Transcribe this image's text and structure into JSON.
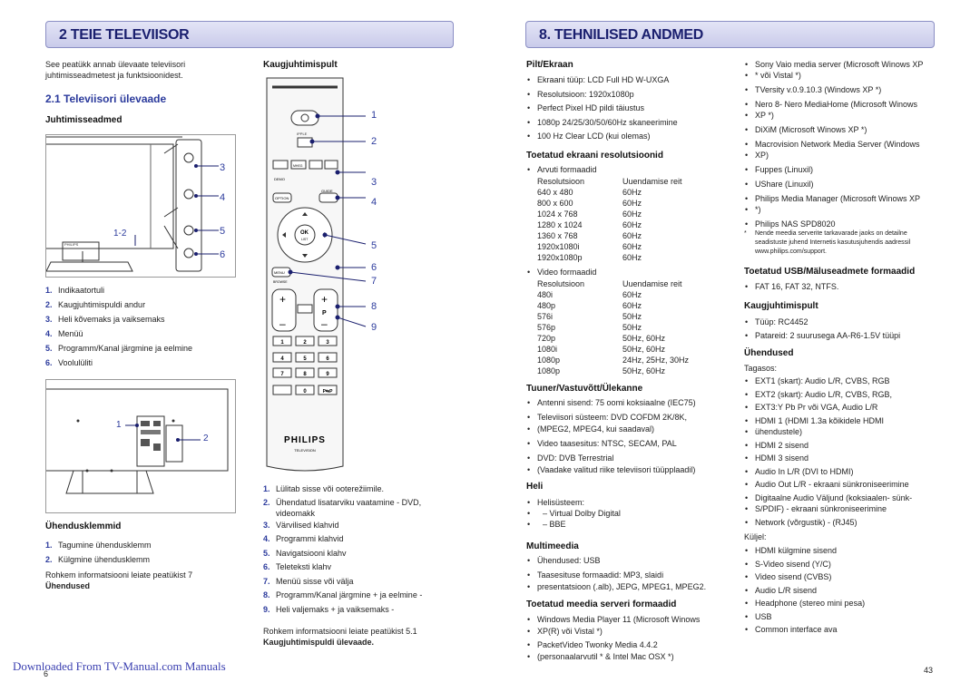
{
  "left_header": "2   TEIE TELEVIISOR",
  "right_header": "8.  TEHNILISED ANDMED",
  "intro": [
    "See peatükk annab ülevaate televiisori",
    "juhtimisseadmetest ja funktsioonidest."
  ],
  "section_2_1": "2.1     Televiisori ülevaade",
  "juhtimisseadmed": "Juhtimisseadmed",
  "tv_callouts": [
    "3",
    "4",
    "5",
    "6"
  ],
  "tv_label": "1-2",
  "controls_list": [
    {
      "n": "1.",
      "t": "Indikaatortuli"
    },
    {
      "n": "2.",
      "t": "Kaugjuhtimispuldi andur"
    },
    {
      "n": "3.",
      "t": "Heli kõvemaks ja vaiksemaks"
    },
    {
      "n": "4.",
      "t": "Menüü"
    },
    {
      "n": "5.",
      "t": "Programm/Kanal järgmine ja eelmine"
    },
    {
      "n": "6.",
      "t": "Voolulüliti"
    }
  ],
  "back_callouts": [
    "1",
    "2"
  ],
  "uhendusklemmid": "Ühendusklemmid",
  "connectors_list": [
    {
      "n": "1.",
      "t": "Tagumine ühendusklemm"
    },
    {
      "n": "2.",
      "t": "Külgmine ühendusklemm"
    }
  ],
  "connectors_note_1": "Rohkem informatsiooni leiate peatükist  7",
  "connectors_note_2": "Ühendused",
  "kaugjuhtimispult": "Kaugjuhtimispult",
  "remote_callouts": [
    "1",
    "2",
    "3",
    "4",
    "5",
    "6",
    "7",
    "8",
    "9"
  ],
  "remote_keys": [
    "1",
    "2",
    "3",
    "4",
    "5",
    "6",
    "7",
    "8",
    "9",
    "0",
    "P⇆P"
  ],
  "remote_labels": {
    "ok": "OK",
    "list": "LIST",
    "menu": "MENU",
    "browse": "BROWSE",
    "option": "OPTION",
    "guide": "GUIDE",
    "demo": "DEMO",
    "multi": "MHEG CANCEL",
    "p": "P",
    "brand": "PHILIPS",
    "brand_sub": "TELEVISION",
    "ipple": "IPPLE"
  },
  "remote_list": [
    {
      "n": "1.",
      "t": "Lülitab sisse või ooterežiimile."
    },
    {
      "n": "2.",
      "t": "Ühendatud lisatarviku vaatamine - DVD,"
    },
    {
      "n": "",
      "t": "videomakk"
    },
    {
      "n": "3.",
      "t": "Värvilised klahvid"
    },
    {
      "n": "4.",
      "t": "Programmi klahvid"
    },
    {
      "n": "5.",
      "t": "Navigatsiooni klahv"
    },
    {
      "n": "6.",
      "t": "Teleteksti klahv"
    },
    {
      "n": "7.",
      "t": "Menüü sisse või välja"
    },
    {
      "n": "8.",
      "t": "Programm/Kanal järgmine + ja eelmine -"
    },
    {
      "n": "9.",
      "t": "Heli valjemaks + ja vaiksemaks -"
    }
  ],
  "remote_note_1": "Rohkem informatsiooni leiate peatükist  5.1",
  "remote_note_2": "Kaugjuhtimispuldi ülevaade.",
  "pilt_title": "Pilt/Ekraan",
  "pilt": [
    "Ekraani tüüp: LCD Full HD W-UXGA",
    "Resolutsioon: 1920x1080p",
    "Perfect Pixel HD pildi täiustus",
    "1080p 24/25/30/50/60Hz skaneerimine",
    "100 Hz Clear LCD (kui olemas)"
  ],
  "res_title": "Toetatud ekraani resolutsioonid",
  "arvuti": "Arvuti formaadid",
  "res_head": [
    "Resolutsioon",
    "Uuendamise reit"
  ],
  "arvuti_rows": [
    [
      "640 x 480",
      "60Hz"
    ],
    [
      "800 x 600",
      "60Hz"
    ],
    [
      "1024 x 768",
      "60Hz"
    ],
    [
      "1280 x 1024",
      "60Hz"
    ],
    [
      "1360 x 768",
      "60Hz"
    ],
    [
      "1920x1080i",
      "60Hz"
    ],
    [
      "1920x1080p",
      "60Hz"
    ]
  ],
  "video": "Video formaadid",
  "video_rows": [
    [
      "480i",
      "60Hz"
    ],
    [
      "480p",
      "60Hz"
    ],
    [
      "576i",
      "50Hz"
    ],
    [
      "576p",
      "50Hz"
    ],
    [
      "720p",
      "50Hz, 60Hz"
    ],
    [
      "1080i",
      "50Hz, 60Hz"
    ],
    [
      "1080p",
      "24Hz, 25Hz, 30Hz"
    ],
    [
      "1080p",
      "50Hz, 60Hz"
    ]
  ],
  "tuuner_title": "Tuuner/Vastuvõtt/Ülekanne",
  "tuuner": [
    "Antenni sisend: 75 oomi koksiaalne (IEC75)",
    "Televiisori süsteem: DVD COFDM 2K/8K,",
    "(MPEG2, MPEG4, kui saadaval)",
    "Video taasesitus: NTSC, SECAM, PAL",
    "DVD: DVB Terrestrial",
    "(Vaadake valitud riike televiisori tüüpplaadil)"
  ],
  "heli_title": "Heli",
  "heli": [
    "Helisüsteem:",
    "–  Virtual Dolby Digital",
    "–  BBE"
  ],
  "multi_title": "Multimeedia",
  "multi": [
    "Ühendused: USB",
    "Taasesituse formaadid: MP3, slaidi",
    "presentatsioon (.alb), JEPG, MPEG1, MPEG2."
  ],
  "server_title": "Toetatud meedia serveri formaadid",
  "server": [
    "Windows Media Player 11 (Microsoft Winows",
    "XP(R) või Vistal *)",
    "PacketVideo Twonky Media 4.4.2",
    "(personaalarvutil * & Intel Mac OSX *)"
  ],
  "right_col": [
    "Sony Vaio media server (Microsoft Winows XP",
    "* või Vistal  *)",
    "TVersity v.0.9.10.3 (Windows XP *)",
    "Nero 8- Nero MediaHome (Microsoft Winows",
    "XP *)",
    "DiXiM (Microsoft Winows XP *)",
    "Macrovision Network Media Server (Windows",
    "XP)",
    "Fuppes (Linuxil)",
    "UShare (Linuxil)",
    "Philips Media Manager (Microsoft Winows XP",
    "*)",
    "Philips NAS SPD8020"
  ],
  "footnote": [
    "Nende meedia serverite tarkavarade jaoks on detailne",
    "seadistuste juhend Internetis kasutusjuhendis aadressil",
    "www.philips.com/support."
  ],
  "usb_title": "Toetatud USB/Mäluseadmete formaadid",
  "usb": [
    "FAT 16, FAT 32, NTFS."
  ],
  "kp_title": "Kaugjuhtimispult",
  "kp": [
    "Tüüp: RC4452",
    "Patareid: 2 suurusega AA-R6-1.5V tüüpi"
  ],
  "uh_title": "Ühendused",
  "tagasos": "Tagasos:",
  "tagasos_list": [
    "EXT1 (skart): Audio L/R, CVBS, RGB",
    "EXT2 (skart): Audio L/R, CVBS, RGB,",
    "EXT3:Y Pb Pr või VGA, Audio L/R",
    "HDMI 1 (HDMI 1.3a kõikidele HDMI",
    "ühendustele)",
    "HDMI 2 sisend",
    "HDMI 3 sisend",
    "Audio In L/R (DVI to HDMI)",
    "Audio Out L/R - ekraani sünkroniseerimine",
    "Digitaalne Audio Väljund (koksiaalen- sünk-",
    "S/PDIF) - ekraani sünkroniseerimine",
    "Network (võrgustik) - (RJ45)"
  ],
  "kuljel": "Küljel:",
  "kuljel_list": [
    "HDMI külgmine sisend",
    "S-Video sisend (Y/C)",
    "Video sisend (CVBS)",
    "Audio L/R sisend",
    "Headphone (stereo mini pesa)",
    "USB",
    "Common interface ava"
  ],
  "footer_link": "Downloaded From TV-Manual.com Manuals",
  "page_left": "6",
  "page_right": "43"
}
